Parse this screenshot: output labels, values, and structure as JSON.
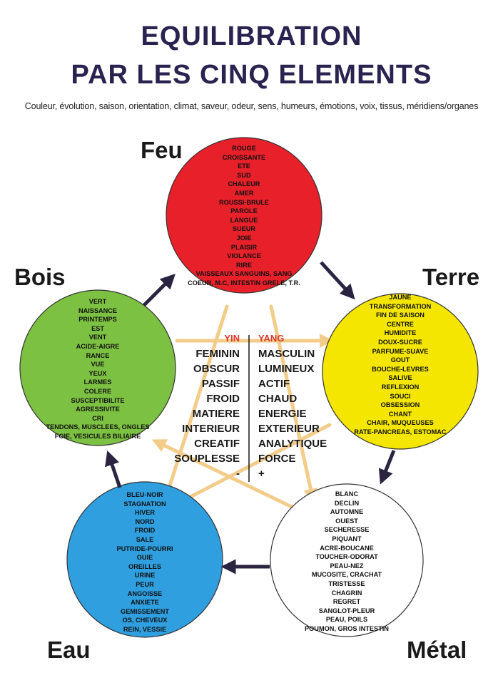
{
  "title_line1": "EQUILIBRATION",
  "title_line2": "PAR LES CINQ ELEMENTS",
  "subtitle": "Couleur, évolution, saison, orientation, climat, saveur, odeur, sens, humeurs, émotions, voix, tissus, méridiens/organes",
  "colors": {
    "feu": "#e8202a",
    "terre": "#f4e600",
    "metal": "#ffffff",
    "eau": "#2f9fe0",
    "bois": "#7cc142",
    "star": "#f3cc8a",
    "arrow": "#2a2440",
    "title": "#2a2350"
  },
  "elements": {
    "feu": {
      "name": "Feu",
      "items": [
        "ROUGE",
        "CROISSANTE",
        "ETE",
        "SUD",
        "CHALEUR",
        "AMER",
        "ROUSSI-BRULE",
        "PAROLE",
        "LANGUE",
        "SUEUR",
        "JOIE",
        "PLAISIR",
        "VIOLANCE",
        "RIRE",
        "VAISSEAUX SANGUINS, SANG",
        "COEUR, M.C, INTESTIN GRELE, T.R."
      ]
    },
    "terre": {
      "name": "Terre",
      "items": [
        "JAUNE",
        "TRANSFORMATION",
        "FIN DE SAISON",
        "CENTRE",
        "HUMIDITE",
        "DOUX-SUCRE",
        "PARFUME-SUAVE",
        "GOUT",
        "BOUCHE-LEVRES",
        "SALIVE",
        "REFLEXION",
        "SOUCI",
        "OBSESSION",
        "CHANT",
        "CHAIR, MUQUEUSES",
        "RATE-PANCREAS, ESTOMAC"
      ]
    },
    "metal": {
      "name": "Métal",
      "items": [
        "BLANC",
        "DECLIN",
        "AUTOMNE",
        "OUEST",
        "SECHERESSE",
        "PIQUANT",
        "ACRE-BOUCANE",
        "TOUCHER-ODORAT",
        "PEAU-NEZ",
        "MUCOSITE, CRACHAT",
        "TRISTESSE",
        "CHAGRIN",
        "REGRET",
        "SANGLOT-PLEUR",
        "PEAU, POILS",
        "POUMON, GROS INTESTIN"
      ]
    },
    "eau": {
      "name": "Eau",
      "items": [
        "BLEU-NOIR",
        "STAGNATION",
        "HIVER",
        "NORD",
        "FROID",
        "SALE",
        "PUTRIDE-POURRI",
        "OUIE",
        "OREILLES",
        "URINE",
        "PEUR",
        "ANGOISSE",
        "ANXIETE",
        "GEMISSEMENT",
        "OS, CHEVEUX",
        "REIN, VESSIE"
      ]
    },
    "bois": {
      "name": "Bois",
      "items": [
        "VERT",
        "NAISSANCE",
        "PRINTEMPS",
        "EST",
        "VENT",
        "ACIDE-AIGRE",
        "RANCE",
        "VUE",
        "YEUX",
        "LARMES",
        "COLERE",
        "SUSCEPTIBILITE",
        "AGRESSIVITE",
        "CRI",
        "TENDONS, MUSCLEES, ONGLES",
        "FOIE, VESICULES BILIAIRE"
      ]
    }
  },
  "yin": {
    "head": "YIN",
    "items": [
      "FEMININ",
      "OBSCUR",
      "PASSIF",
      "FROID",
      "MATIERE",
      "INTERIEUR",
      "CREATIF",
      "SOUPLESSE",
      "-"
    ]
  },
  "yang": {
    "head": "YANG",
    "items": [
      "MASCULIN",
      "LUMINEUX",
      "ACTIF",
      "CHAUD",
      "ENERGIE",
      "EXTERIEUR",
      "ANALYTIQUE",
      "FORCE",
      "+"
    ]
  }
}
